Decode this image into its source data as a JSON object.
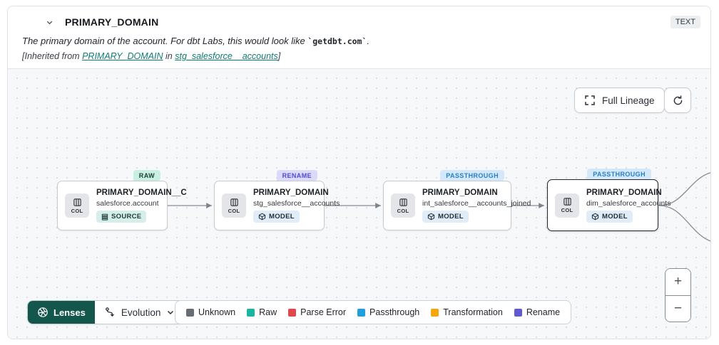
{
  "header": {
    "title": "PRIMARY_DOMAIN",
    "type_badge": "TEXT",
    "description_prefix": "The primary domain of the account. For dbt Labs, this would look like ",
    "description_code": "`getdbt.com`",
    "description_suffix": ".",
    "inherited_prefix": "[Inherited from ",
    "inherited_link_column": "PRIMARY_DOMAIN",
    "inherited_mid": " in ",
    "inherited_link_model": "stg_salesforce__accounts",
    "inherited_suffix": "]"
  },
  "toolbar": {
    "full_lineage_label": "Full Lineage"
  },
  "nodes": [
    {
      "tag": "RAW",
      "title": "PRIMARY_DOMAIN__C",
      "subtitle": "salesforce.account",
      "kind": "SOURCE",
      "col_label": "COL",
      "selected": false
    },
    {
      "tag": "RENAME",
      "title": "PRIMARY_DOMAIN",
      "subtitle": "stg_salesforce__accounts",
      "kind": "MODEL",
      "col_label": "COL",
      "selected": false
    },
    {
      "tag": "PASSTHROUGH",
      "title": "PRIMARY_DOMAIN",
      "subtitle": "int_salesforce__accounts_joined",
      "kind": "MODEL",
      "col_label": "COL",
      "selected": false
    },
    {
      "tag": "PASSTHROUGH",
      "title": "PRIMARY_DOMAIN",
      "subtitle": "dim_salesforce_accounts",
      "kind": "MODEL",
      "col_label": "COL",
      "selected": true
    }
  ],
  "lenses": {
    "button_label": "Lenses",
    "dropdown_label": "Evolution"
  },
  "legend": [
    {
      "label": "Unknown",
      "color": "#686c73"
    },
    {
      "label": "Raw",
      "color": "#19b5a0"
    },
    {
      "label": "Parse Error",
      "color": "#e0484e"
    },
    {
      "label": "Passthrough",
      "color": "#1f9fdb"
    },
    {
      "label": "Transformation",
      "color": "#f6a609"
    },
    {
      "label": "Rename",
      "color": "#6059d0"
    }
  ],
  "zoom_controls": {
    "zoom_in": "+",
    "zoom_out": "−"
  },
  "colors": {
    "lenses_bg": "#14554c",
    "link": "#0e7d71"
  }
}
